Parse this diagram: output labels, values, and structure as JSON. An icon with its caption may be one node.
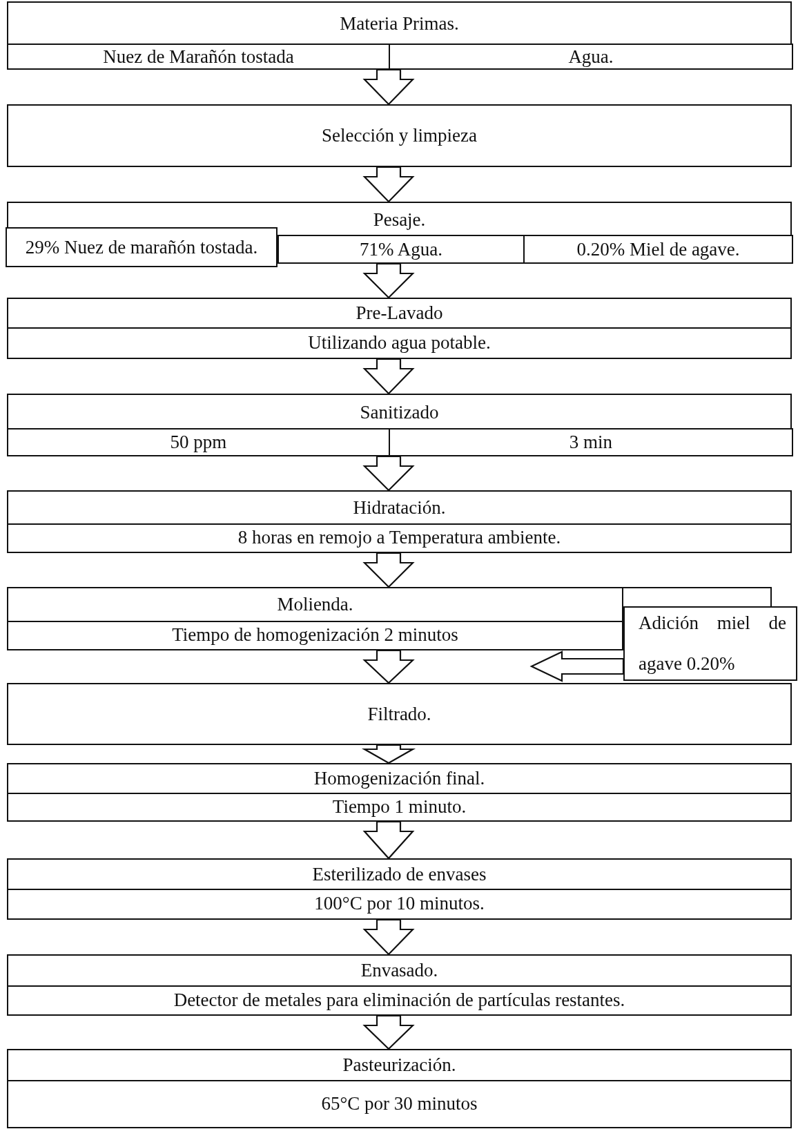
{
  "diagram": {
    "nodes": [
      {
        "text": [
          "Materia Primas."
        ]
      },
      {
        "text": [
          "Nuez de Marañón tostada"
        ],
        "in": 0
      },
      {
        "text": [
          "Agua."
        ],
        "in": 0
      },
      {
        "text": [
          "Selección y limpieza"
        ]
      },
      {
        "text": [
          "Pesaje."
        ]
      },
      {
        "text": [
          "29% Nuez de marañón tostada."
        ],
        "in": 4
      },
      {
        "text": [
          "71% Agua."
        ],
        "in": 4
      },
      {
        "text": [
          "0.20% Miel de agave."
        ],
        "in": 4
      },
      {
        "text": [
          "Pre-Lavado",
          "Utilizando agua potable."
        ]
      },
      {
        "text": [
          "Sanitizado"
        ]
      },
      {
        "text": [
          "50 ppm"
        ],
        "in": 9
      },
      {
        "text": [
          "3 min"
        ],
        "in": 9
      },
      {
        "text": [
          "Hidratación.",
          "8 horas en remojo a Temperatura ambiente."
        ]
      },
      {
        "text": [
          "Molienda.",
          "Tiempo de homogenización 2 minutos"
        ]
      },
      {
        "text": [
          "Adición miel de agave 0.20%"
        ]
      },
      {
        "text": [
          "Filtrado."
        ]
      },
      {
        "text": [
          "Homogenización final.",
          "Tiempo 1 minuto."
        ]
      },
      {
        "text": [
          "Esterilizado de envases",
          "100°C por 10 minutos."
        ]
      },
      {
        "text": [
          "Envasado.",
          "Detector de metales para eliminación de partículas restantes."
        ]
      },
      {
        "text": [
          "Pasteurización.",
          "65°C por 30 minutos"
        ]
      }
    ],
    "edges": [
      {
        "from": 0,
        "to": 3,
        "arrow": "to"
      },
      {
        "from": 3,
        "to": 4,
        "arrow": "to"
      },
      {
        "from": 4,
        "to": 8,
        "arrow": "to"
      },
      {
        "from": 8,
        "to": 9,
        "arrow": "to"
      },
      {
        "from": 9,
        "to": 12,
        "arrow": "to"
      },
      {
        "from": 12,
        "to": 13,
        "arrow": "to"
      },
      {
        "from": 13,
        "to": 15,
        "arrow": "to"
      },
      {
        "from": 14,
        "to": null,
        "arrow": "to"
      },
      {
        "from": 15,
        "to": 16,
        "arrow": "to"
      },
      {
        "from": 16,
        "to": 17,
        "arrow": "to"
      },
      {
        "from": 17,
        "to": 18,
        "arrow": "to"
      },
      {
        "from": 18,
        "to": 19,
        "arrow": "to"
      }
    ]
  }
}
